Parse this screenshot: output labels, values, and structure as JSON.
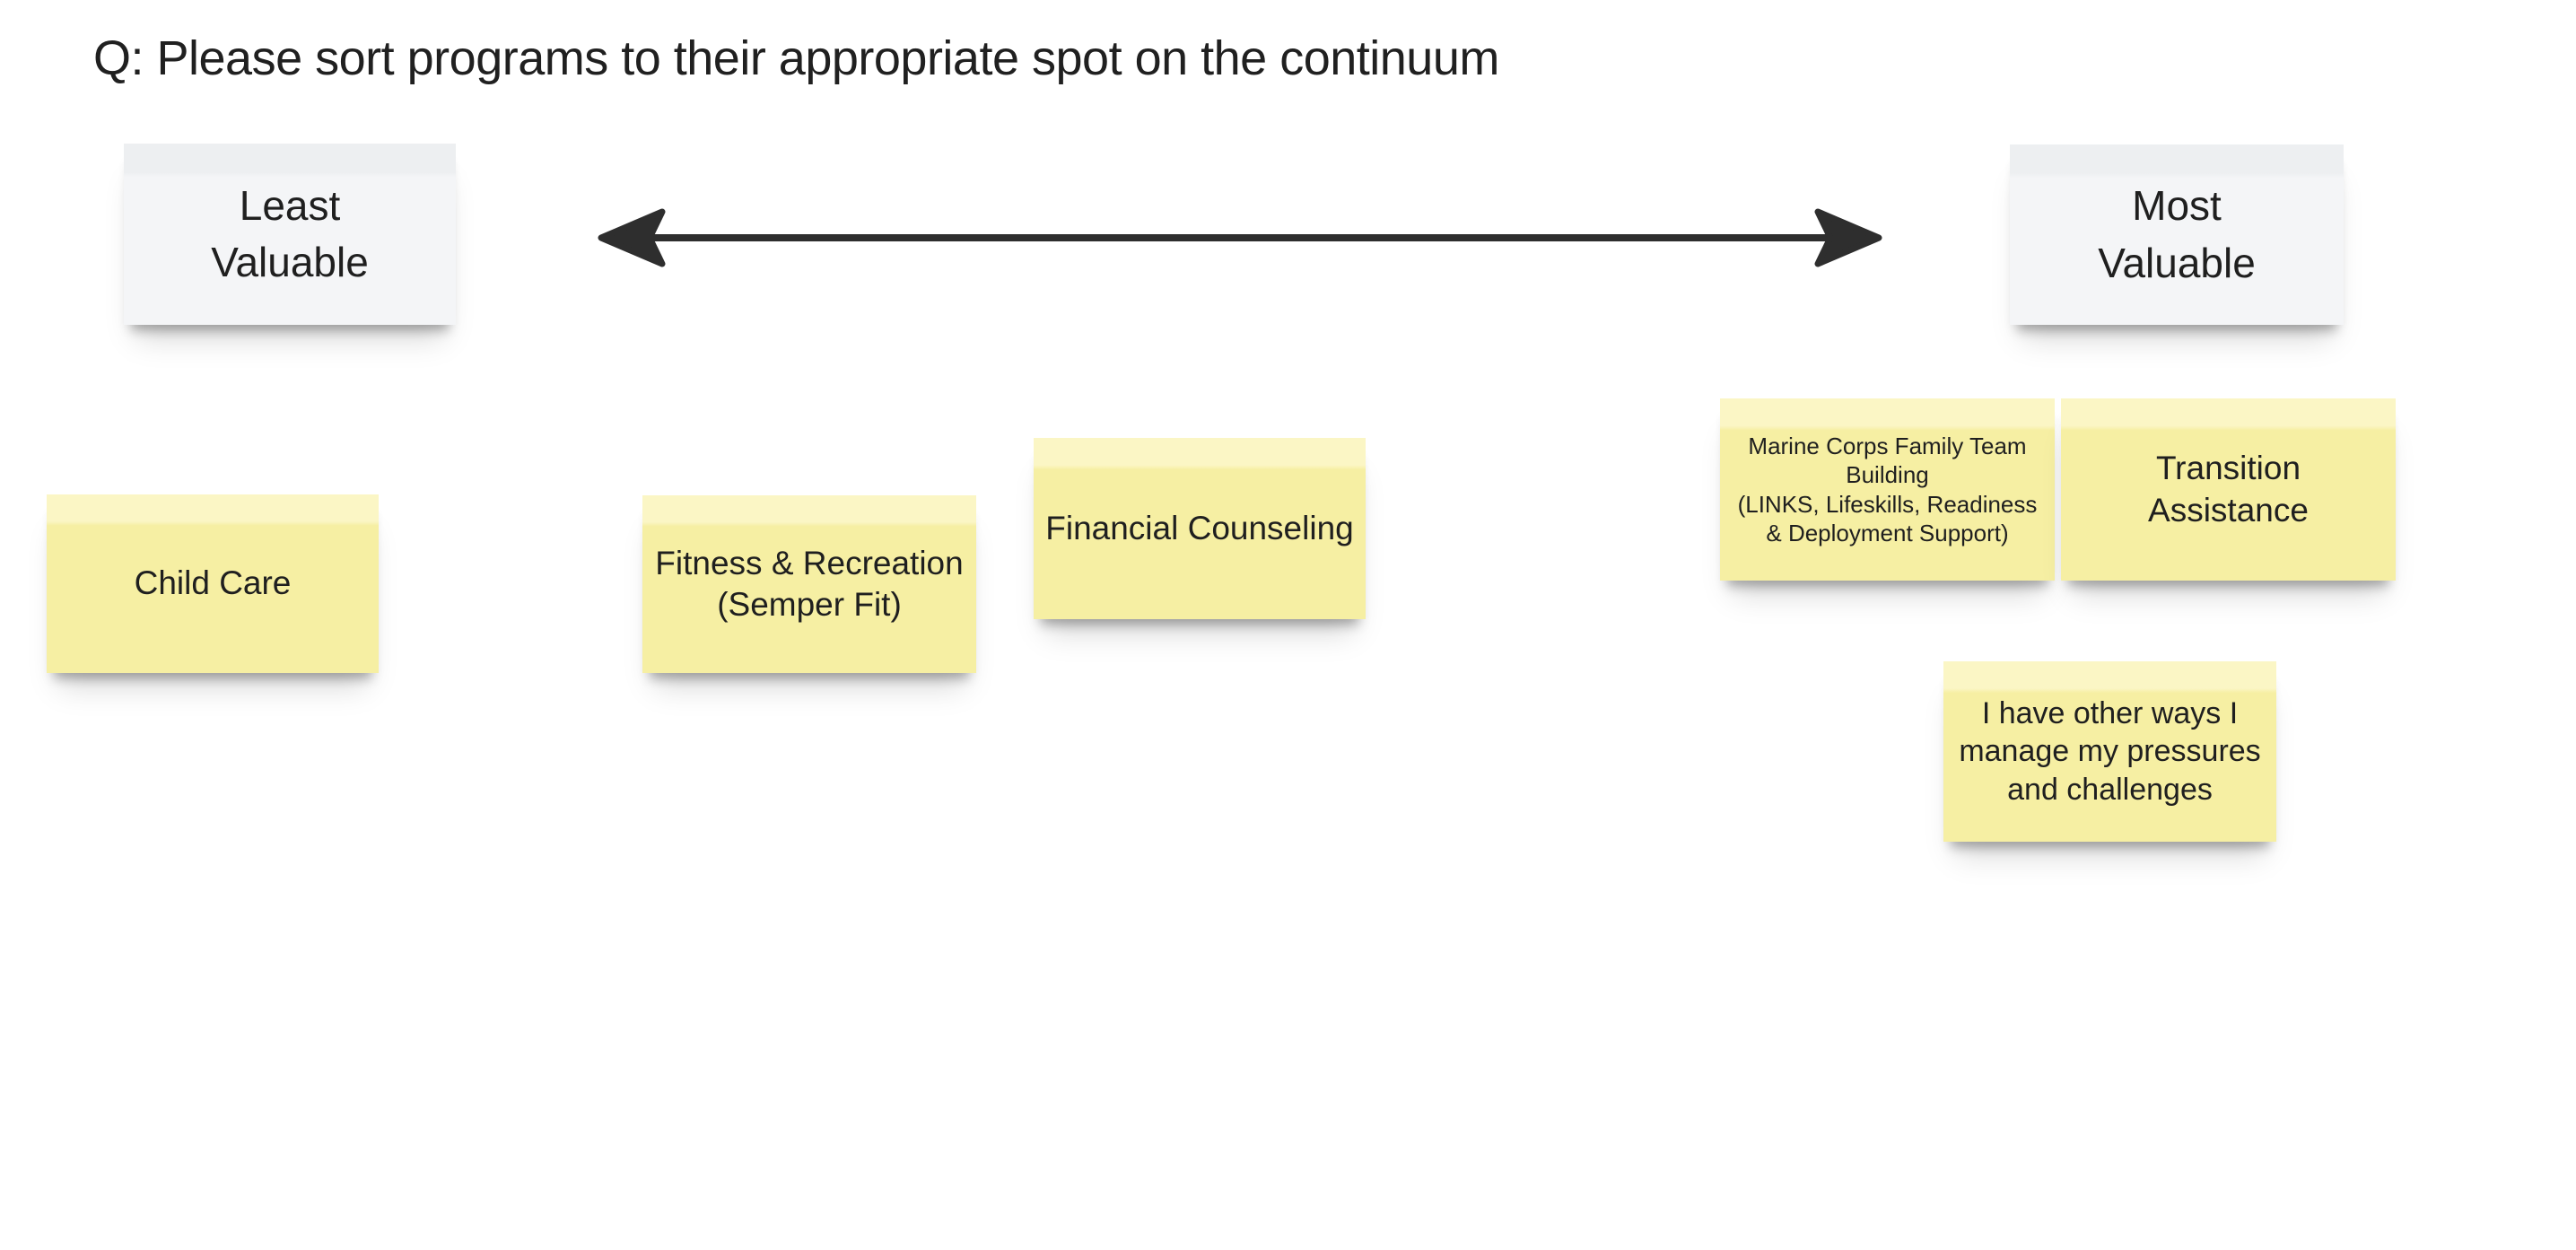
{
  "page": {
    "title": "Q: Please sort programs to their appropriate spot on the continuum"
  },
  "continuum": {
    "left_label": "Least\nValuable",
    "right_label": "Most\nValuable",
    "arrow_color": "#2e2e2e"
  },
  "notes": [
    {
      "id": "child-care",
      "text": "Child Care",
      "color": "#f6efa3"
    },
    {
      "id": "fitness-recreation",
      "text": "Fitness & Recreation\n(Semper Fit)",
      "color": "#f6efa3"
    },
    {
      "id": "financial-counseling",
      "text": "Financial Counseling",
      "color": "#f6efa3"
    },
    {
      "id": "marine-corps-family-team-building",
      "text": "Marine Corps Family Team\nBuilding\n(LINKS, Lifeskills, Readiness\n& Deployment Support)",
      "color": "#f6efa3"
    },
    {
      "id": "transition-assistance",
      "text": "Transition\nAssistance",
      "color": "#f6efa3"
    },
    {
      "id": "other-ways",
      "text": "I have other ways I\nmanage my pressures\nand challenges",
      "color": "#f6efa3"
    }
  ],
  "colors": {
    "background": "#ffffff",
    "note_yellow": "#f6efa3",
    "note_yellow_band": "#fbf6c5",
    "note_white": "#f4f5f7",
    "note_white_band": "#edeff1",
    "text": "#1f1f1f",
    "arrow": "#2e2e2e"
  }
}
